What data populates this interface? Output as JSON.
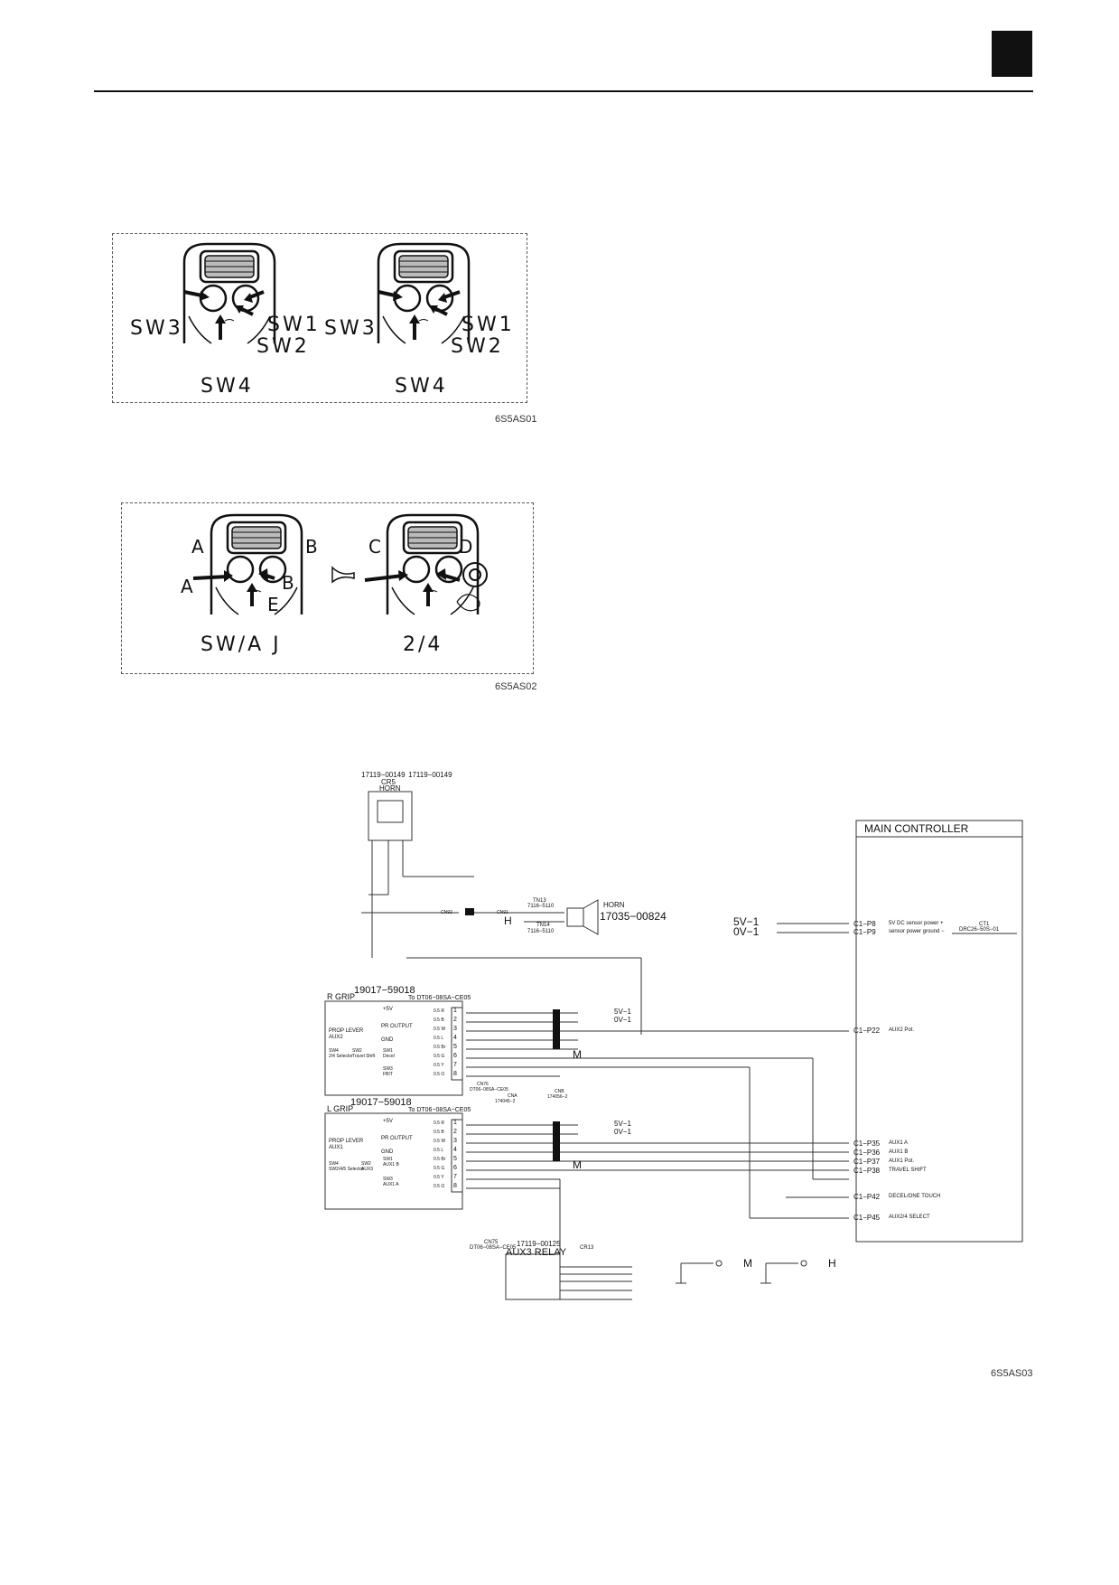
{
  "figure1": {
    "left": {
      "sw1": "SW1",
      "sw2": "SW2",
      "sw3": "SW3",
      "sw4": "SW4"
    },
    "right": {
      "sw1": "SW1",
      "sw2": "SW2",
      "sw3": "SW3",
      "sw4": "SW4"
    },
    "caption": "6S5AS01"
  },
  "figure2": {
    "left": {
      "a_top": "A",
      "b_top": "B",
      "a_side": "A",
      "b_side": "B",
      "e": "E",
      "bottom": "SW/A J"
    },
    "right": {
      "c": "C",
      "d": "D",
      "bottom": "2/4"
    },
    "caption": "6S5AS02"
  },
  "schematic": {
    "caption": "6S5AS03",
    "horn_relay": {
      "part_left": "17119−00149",
      "part_right": "17119−00149",
      "cr": "CR5",
      "name": "HORN"
    },
    "horn": {
      "label": "HORN",
      "part": "17035−00824",
      "h": "H",
      "tn13": "TN13",
      "tn14": "TN14",
      "tn13_part": "7116−5110",
      "tn14_part": "7116−5110",
      "cn_a": "CN92",
      "cn_b": "CN91"
    },
    "r_grip": {
      "title": "R GRIP",
      "part": "19017−59018",
      "to": "To DT06−08SA−CE05",
      "prop_lever": "PROP LEVER",
      "aux": "AUX2",
      "plus5v": "+5V",
      "pr_output": "PR  OUTPUT",
      "gnd": "GND",
      "sw4": "SW4",
      "sw4_sub": "2/4 Selector",
      "sw2": "SW2",
      "sw2_sub": "Travel Shift",
      "sw1": "SW1",
      "sw1_sub": "Decel",
      "sw3": "SW3",
      "sw3_sub": "FBIT",
      "cn76": "CN76",
      "cn76_sub": "DT06−08SA−CE05",
      "cna": "CNA",
      "cna_part": "174045−2",
      "cnb": "CNB",
      "cnb_part": "174056−2",
      "pins": [
        "1",
        "2",
        "3",
        "4",
        "5",
        "6",
        "7",
        "8"
      ],
      "wires": [
        "0.5 R",
        "0.5 B",
        "0.5 W",
        "0.5 L",
        "0.5 Br",
        "0.5 G",
        "0.5 Y",
        "0.5 O"
      ]
    },
    "l_grip": {
      "title": "L GRIP",
      "part": "19017−59018",
      "to": "To DT06−08SA−CE05",
      "prop_lever": "PROP LEVER",
      "aux": "AUX1",
      "plus5v": "+5V",
      "pr_output": "PR  OUTPUT",
      "gnd": "GND",
      "sw4": "SW4",
      "sw4_sub": "SW2/4/5 Selector",
      "sw2": "SW2",
      "sw2_sub": "AUX3",
      "sw1": "SW1",
      "sw1_sub": "AUX1 B",
      "sw3": "SW3",
      "sw3_sub": "AUX1 A",
      "pins": [
        "1",
        "2",
        "3",
        "4",
        "5",
        "6",
        "7",
        "8"
      ],
      "wires": [
        "0.5 R",
        "0.5 B",
        "0.5 W",
        "0.5 L",
        "0.5 Br",
        "0.5 G",
        "0.5 Y",
        "0.5 O"
      ]
    },
    "sv": {
      "sv1": "5V−1",
      "ov1": "0V−1",
      "m": "M"
    },
    "aux3": {
      "cn75": "CN75",
      "cn75_sub": "DT06−08SA−CE05",
      "part": "17119−00125",
      "name": "AUX3  RELAY",
      "cr13": "CR13"
    },
    "ground_m": "M",
    "ground_h": "H",
    "main_controller": {
      "title": "MAIN CONTROLLER",
      "ct1": "CT1",
      "ct1_part": "DRC26−50S−01",
      "pins": [
        {
          "pin": "C1−P8",
          "desc": "5V DC sensor power +"
        },
        {
          "pin": "C1−P9",
          "desc": "sensor power ground −"
        },
        {
          "pin": "C1−P22",
          "desc": "AUX2  Pot."
        },
        {
          "pin": "C1−P35",
          "desc": "AUX1 A"
        },
        {
          "pin": "C1−P36",
          "desc": "AUX1 B"
        },
        {
          "pin": "C1−P37",
          "desc": "AUX1  Pot."
        },
        {
          "pin": "C1−P38",
          "desc": "TRAVEL SHIFT"
        },
        {
          "pin": "C1−P42",
          "desc": "DECEL/ONE TOUCH"
        },
        {
          "pin": "C1−P45",
          "desc": "AUX2/4  SELECT"
        }
      ],
      "left_sv1": "5V−1",
      "left_ov1": "0V−1"
    }
  }
}
